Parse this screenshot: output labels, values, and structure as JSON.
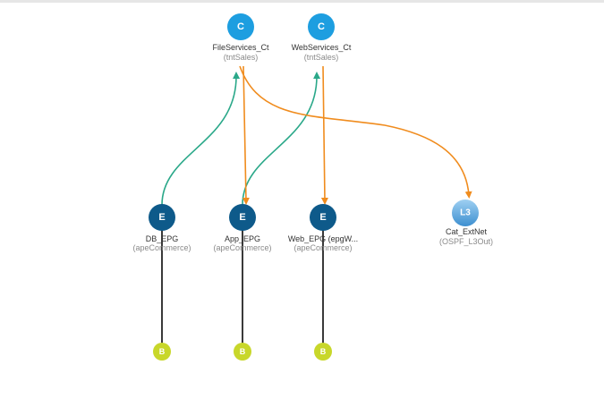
{
  "colors": {
    "contract": "#1d9ee0",
    "epg": "#0e5a8a",
    "bd": "#c8d72a",
    "l3out_top": "#8fc7ef",
    "l3out_bottom": "#3d8fd0",
    "consume_link": "#2aa889",
    "provide_link": "#f08c1e",
    "bd_link": "#3a3a3a"
  },
  "contracts": [
    {
      "glyph": "C",
      "name": "FileServices_Ct",
      "tenant": "(tntSales)"
    },
    {
      "glyph": "C",
      "name": "WebServices_Ct",
      "tenant": "(tntSales)"
    }
  ],
  "epgs": [
    {
      "glyph": "E",
      "name": "DB_EPG",
      "app": "(apeCommerce)"
    },
    {
      "glyph": "E",
      "name": "App_EPG",
      "app": "(apeCommerce)"
    },
    {
      "glyph": "E",
      "name": "Web_EPG (epgW...",
      "app": "(apeCommerce)"
    }
  ],
  "external": {
    "glyph": "L3",
    "name": "Cat_ExtNet",
    "l3out": "(OSPF_L3Out)"
  },
  "bridge_domains": [
    {
      "glyph": "B"
    },
    {
      "glyph": "B"
    },
    {
      "glyph": "B"
    }
  ]
}
